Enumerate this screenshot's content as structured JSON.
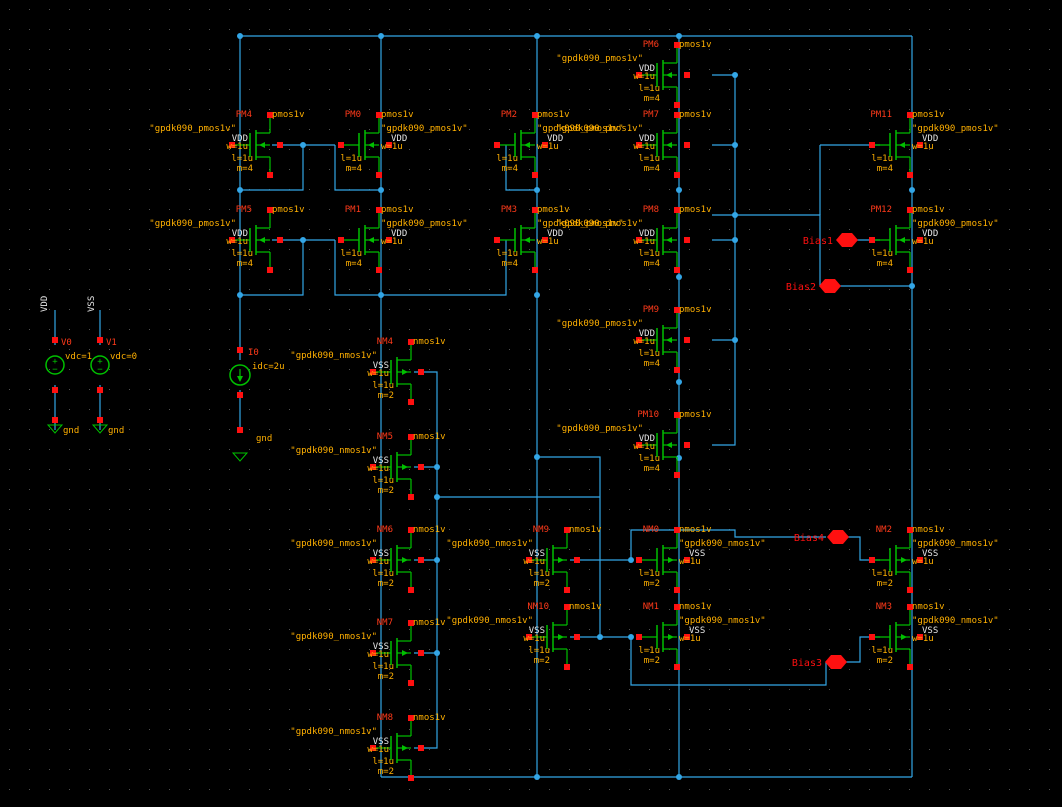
{
  "rails": {
    "vdd": "VDD",
    "vss": "VSS"
  },
  "colors": {
    "background": "#000000",
    "wire": "#33a6e6",
    "device": "#00c000",
    "pin": "#ff1010",
    "inst": "#ff3a1a",
    "param": "#ffb000",
    "net": "#e6e6e6",
    "grid": "#cfcfcf"
  },
  "pmos": [
    {
      "name": "PM4",
      "model": "\"gpdk090_pmos1v\"",
      "cell": "pmos1v",
      "bulk": "VDD",
      "w": "w=1u",
      "l": "l=1u",
      "m": "m=4"
    },
    {
      "name": "PM5",
      "model": "\"gpdk090_pmos1v\"",
      "cell": "pmos1v",
      "bulk": "VDD",
      "w": "w=1u",
      "l": "l=1u",
      "m": "m=4"
    },
    {
      "name": "PM0",
      "model": "\"gpdk090_pmos1v\"",
      "cell": "pmos1v",
      "bulk": "VDD",
      "w": "w=1u",
      "l": "l=1u",
      "m": "m=4"
    },
    {
      "name": "PM1",
      "model": "\"gpdk090_pmos1v\"",
      "cell": "pmos1v",
      "bulk": "VDD",
      "w": "w=1u",
      "l": "l=1u",
      "m": "m=4"
    },
    {
      "name": "PM2",
      "model": "\"gpdk090_pmos1v\"",
      "cell": "pmos1v",
      "bulk": "VDD",
      "w": "w=1u",
      "l": "l=1u",
      "m": "m=4"
    },
    {
      "name": "PM3",
      "model": "\"gpdk090_pmos1v\"",
      "cell": "pmos1v",
      "bulk": "VDD",
      "w": "w=1u",
      "l": "l=1u",
      "m": "m=4"
    },
    {
      "name": "PM6",
      "model": "\"gpdk090_pmos1v\"",
      "cell": "pmos1v",
      "bulk": "VDD",
      "w": "w=1u",
      "l": "l=1u",
      "m": "m=4"
    },
    {
      "name": "PM7",
      "model": "\"gpdk090_pmos1v\"",
      "cell": "pmos1v",
      "bulk": "VDD",
      "w": "w=1u",
      "l": "l=1u",
      "m": "m=4"
    },
    {
      "name": "PM8",
      "model": "\"gpdk090_pmos1v\"",
      "cell": "pmos1v",
      "bulk": "VDD",
      "w": "w=1u",
      "l": "l=1u",
      "m": "m=4"
    },
    {
      "name": "PM9",
      "model": "\"gpdk090_pmos1v\"",
      "cell": "pmos1v",
      "bulk": "VDD",
      "w": "w=1u",
      "l": "l=1u",
      "m": "m=4"
    },
    {
      "name": "PM10",
      "model": "\"gpdk090_pmos1v\"",
      "cell": "pmos1v",
      "bulk": "VDD",
      "w": "w=1u",
      "l": "l=1u",
      "m": "m=4"
    },
    {
      "name": "PM11",
      "model": "\"gpdk090_pmos1v\"",
      "cell": "pmos1v",
      "bulk": "VDD",
      "w": "w=1u",
      "l": "l=1u",
      "m": "m=4"
    },
    {
      "name": "PM12",
      "model": "\"gpdk090_pmos1v\"",
      "cell": "pmos1v",
      "bulk": "VDD",
      "w": "w=1u",
      "l": "l=1u",
      "m": "m=4"
    }
  ],
  "nmos": [
    {
      "name": "NM4",
      "model": "\"gpdk090_nmos1v\"",
      "cell": "nmos1v",
      "bulk": "VSS",
      "w": "w=1u",
      "l": "l=1u",
      "m": "m=2"
    },
    {
      "name": "NM5",
      "model": "\"gpdk090_nmos1v\"",
      "cell": "nmos1v",
      "bulk": "VSS",
      "w": "w=1u",
      "l": "l=1u",
      "m": "m=2"
    },
    {
      "name": "NM6",
      "model": "\"gpdk090_nmos1v\"",
      "cell": "nmos1v",
      "bulk": "VSS",
      "w": "w=1u",
      "l": "l=1u",
      "m": "m=2"
    },
    {
      "name": "NM7",
      "model": "\"gpdk090_nmos1v\"",
      "cell": "nmos1v",
      "bulk": "VSS",
      "w": "w=1u",
      "l": "l=1u",
      "m": "m=2"
    },
    {
      "name": "NM8",
      "model": "\"gpdk090_nmos1v\"",
      "cell": "nmos1v",
      "bulk": "VSS",
      "w": "w=1u",
      "l": "l=1u",
      "m": "m=2"
    },
    {
      "name": "NM9",
      "model": "\"gpdk090_nmos1v\"",
      "cell": "nmos1v",
      "bulk": "VSS",
      "w": "w=1u",
      "l": "l=1u",
      "m": "m=2"
    },
    {
      "name": "NM10",
      "model": "\"gpdk090_nmos1v\"",
      "cell": "nmos1v",
      "bulk": "VSS",
      "w": "w=1u",
      "l": "l=1u",
      "m": "m=2"
    },
    {
      "name": "NM0",
      "model": "\"gpdk090_nmos1v\"",
      "cell": "nmos1v",
      "bulk": "VSS",
      "w": "w=1u",
      "l": "l=1u",
      "m": "m=2"
    },
    {
      "name": "NM1",
      "model": "\"gpdk090_nmos1v\"",
      "cell": "nmos1v",
      "bulk": "VSS",
      "w": "w=1u",
      "l": "l=1u",
      "m": "m=2"
    },
    {
      "name": "NM2",
      "model": "\"gpdk090_nmos1v\"",
      "cell": "nmos1v",
      "bulk": "VSS",
      "w": "w=1u",
      "l": "l=1u",
      "m": "m=2"
    },
    {
      "name": "NM3",
      "model": "\"gpdk090_nmos1v\"",
      "cell": "nmos1v",
      "bulk": "VSS",
      "w": "w=1u",
      "l": "l=1u",
      "m": "m=2"
    }
  ],
  "sources": [
    {
      "name": "V0",
      "param": "vdc=1",
      "net_top": "VDD",
      "gnd": "gnd"
    },
    {
      "name": "V1",
      "param": "vdc=0",
      "net_top": "VSS",
      "gnd": "gnd"
    },
    {
      "name": "I0",
      "param": "idc=2u",
      "gnd": "gnd"
    }
  ],
  "pins": [
    "Bias1",
    "Bias2",
    "Bias4",
    "Bias3"
  ]
}
